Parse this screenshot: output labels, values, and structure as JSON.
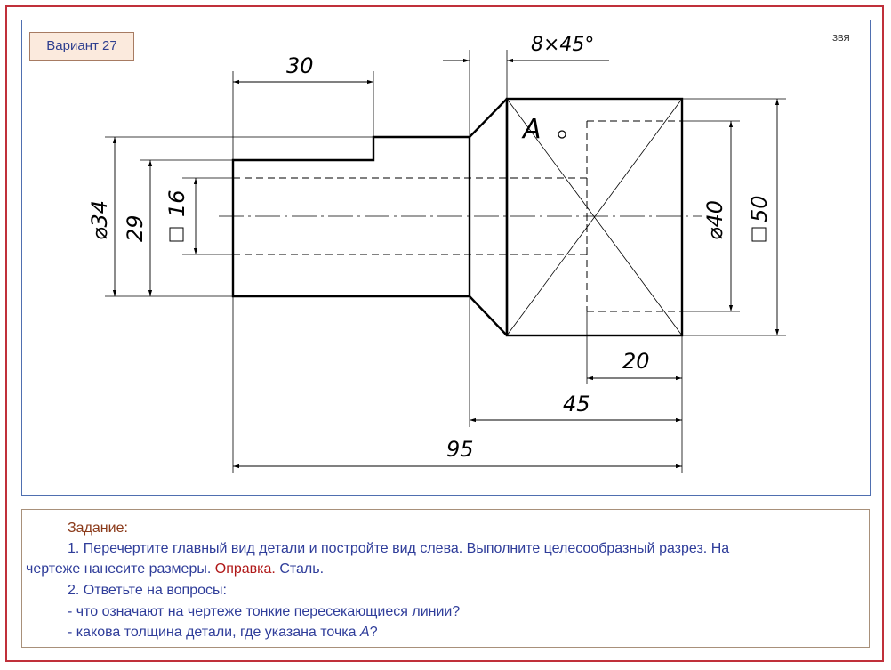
{
  "variant_label": "Вариант 27",
  "author_mark": "ЗВЯ",
  "dimensions": {
    "d30": "30",
    "chamfer": "8×45°",
    "dia34": "⌀34",
    "d29": "29",
    "sq16": "16",
    "point_a": "A",
    "dia40": "⌀40",
    "sq50": "50",
    "d20": "20",
    "d45": "45",
    "d95": "95"
  },
  "task": {
    "title": "Задание:",
    "item1_text": "1. Перечертите главный вид детали и постройте вид слева. Выполните целесообразный разрез. На",
    "item1_cont": "чертеже нанесите размеры.",
    "item1_part": "Оправка.",
    "item1_material": "Сталь.",
    "item2_text": "2.  Ответьте  на вопросы:",
    "q1": "- что означают на чертеже тонкие пересекающиеся линии?",
    "q2_prefix": "- какова толщина детали, где указана точка",
    "q2_point": "А",
    "q2_suffix": "?"
  },
  "colors": {
    "frame": "#c0303a",
    "panel_border": "#4f6fb0",
    "badge_bg": "#fbeadd",
    "text_blue": "#2f3d9a",
    "title_brown": "#8b3a1a",
    "accent_red": "#b01818"
  }
}
